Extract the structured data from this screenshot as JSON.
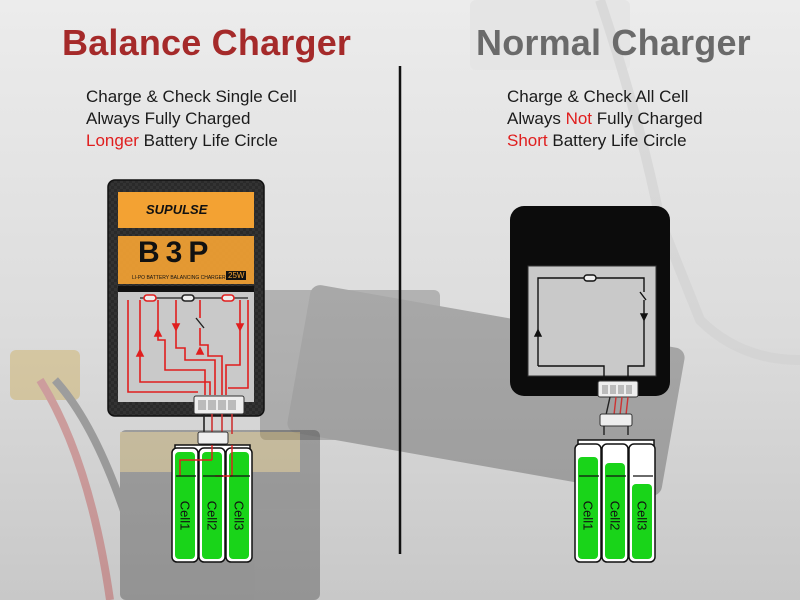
{
  "left": {
    "title": "Balance Charger",
    "line1": "Charge & Check Single Cell",
    "line2": "Always Fully Charged",
    "line3_highlight": "Longer",
    "line3_rest": " Battery Life Circle",
    "charger_brand": "SUPULSE",
    "charger_model": "B3P",
    "charger_subtitle": "LI-PO BATTERY BALANCING CHARGER",
    "charger_power": "25W",
    "cells": [
      "Cell1",
      "Cell2",
      "Cell3"
    ],
    "cell_levels": [
      1.0,
      1.0,
      1.0
    ]
  },
  "right": {
    "title": "Normal Charger",
    "line1": "Charge & Check All Cell",
    "line2_a": "Always ",
    "line2_highlight": "Not",
    "line2_b": " Fully Charged",
    "line3_highlight": "Short",
    "line3_rest": " Battery Life Circle",
    "cells": [
      "Cell1",
      "Cell2",
      "Cell3"
    ],
    "cell_levels": [
      0.95,
      0.9,
      0.7
    ]
  },
  "colors": {
    "left_title": "#a52a2a",
    "right_title": "#6a6a6a",
    "highlight": "#e01e1e",
    "cell_green": "#19d419",
    "charger_orange": "#f3a233",
    "circuit_red": "#e01e1e"
  }
}
